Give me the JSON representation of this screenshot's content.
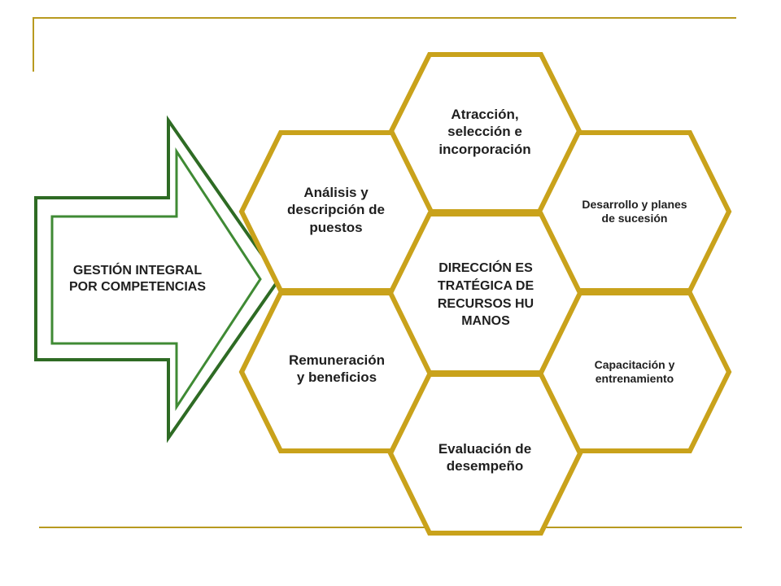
{
  "colors": {
    "hex_border": "#c9a21b",
    "arrow_outer": "#2e6b24",
    "arrow_inner": "#3f8a34",
    "frame_lines": "#b89a1f",
    "text": "#1f1f1f"
  },
  "arrow": {
    "label": "GESTIÓN INTEGRAL POR COMPETENCIAS"
  },
  "hexagons": {
    "top": "Atracción, selección e incorporación",
    "upper_left": "Análisis y descripción de puestos",
    "upper_right": "Desarrollo y planes de sucesión",
    "center": "DIRECCIÓN ESTRATÉGICA DE RECURSOS HUMANOS",
    "lower_left": "Remuneración y beneficios",
    "lower_right": "Capacitación y entrenamiento",
    "bottom": "Evaluación de desempeño"
  }
}
